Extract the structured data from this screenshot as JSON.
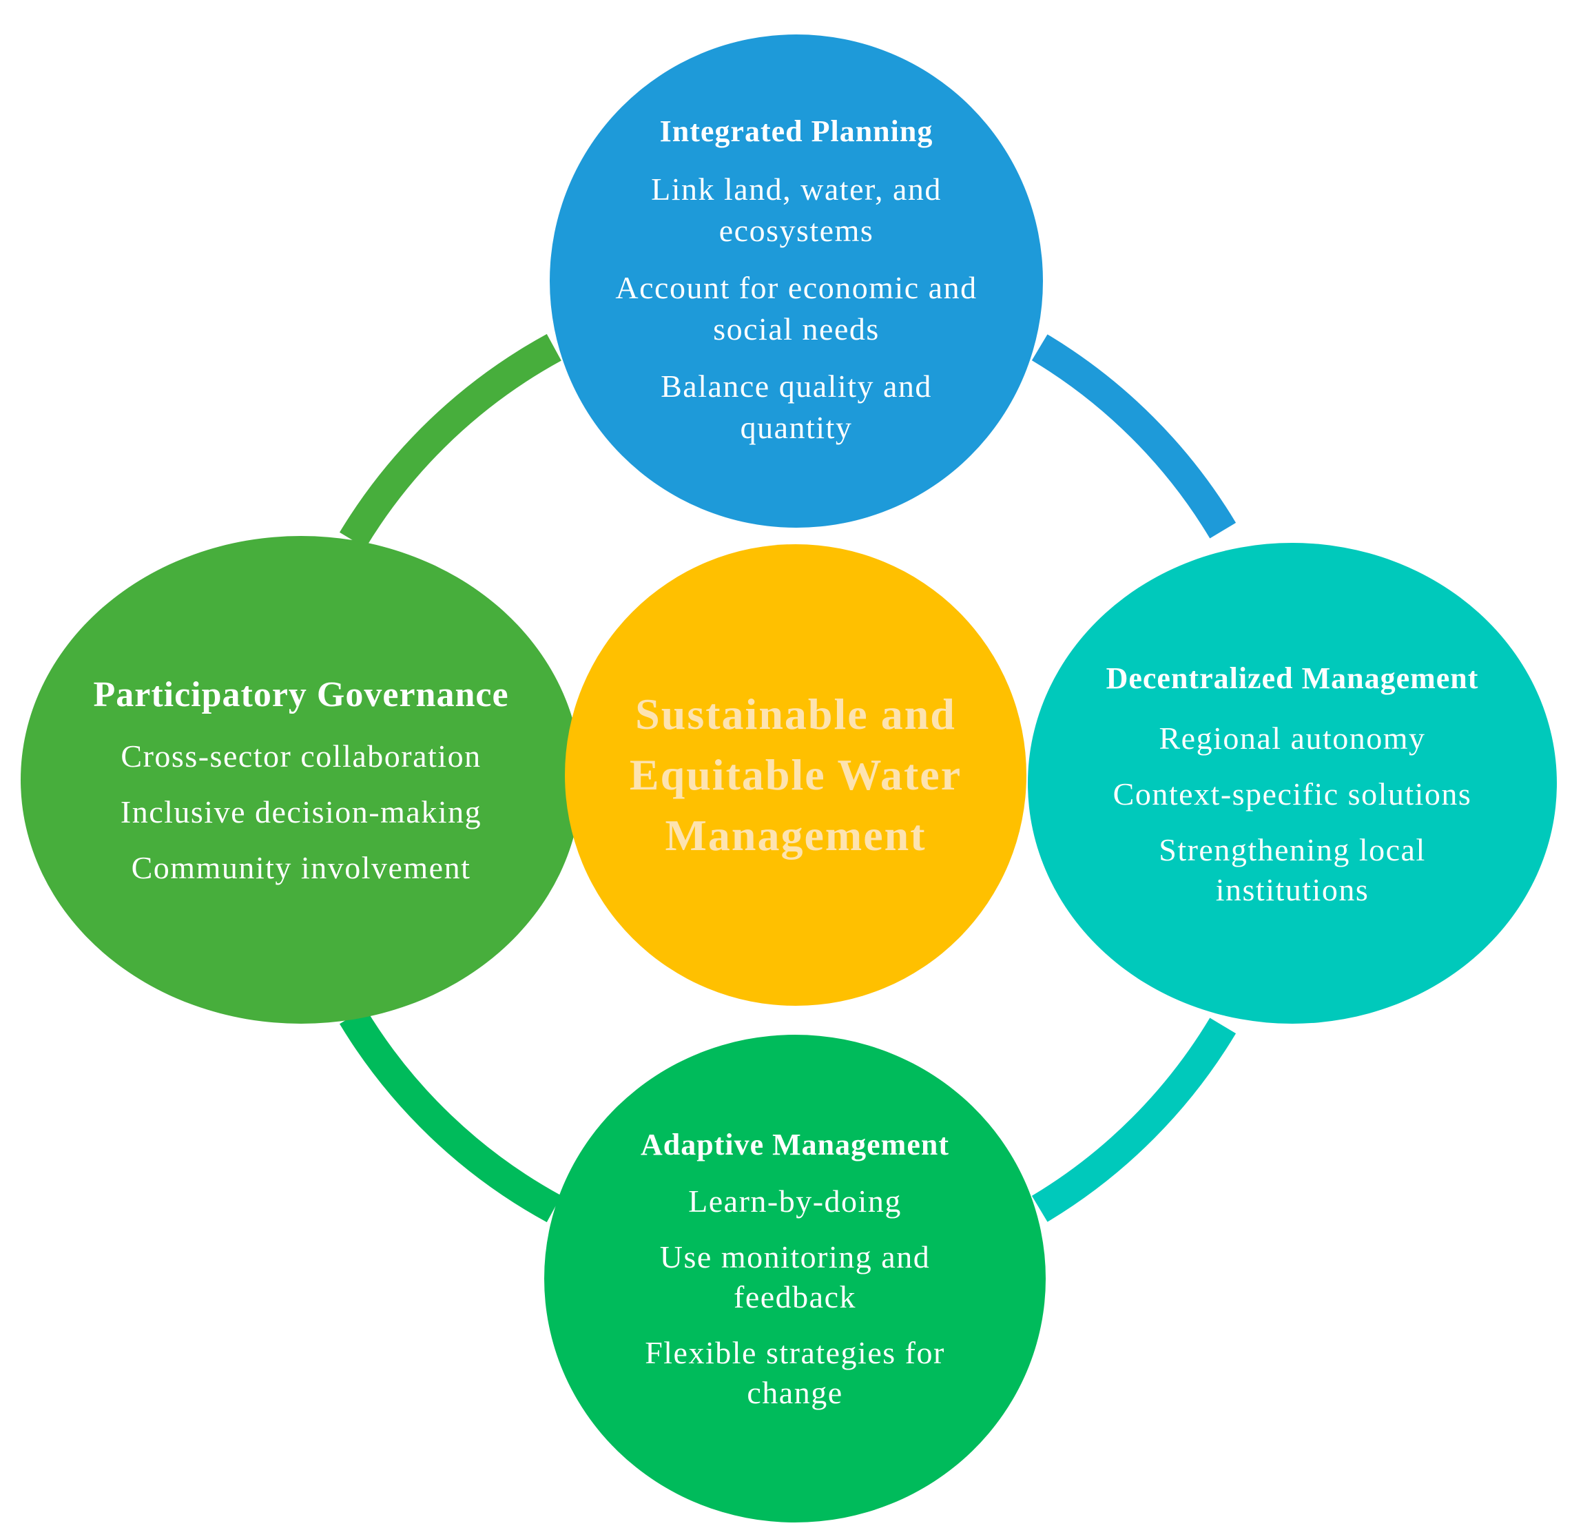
{
  "colors": {
    "integrated": "#1e9ad9",
    "decentralized": "#00c9bb",
    "adaptive": "#00bb5b",
    "participatory": "#47ae3c",
    "center": "#ffc000",
    "center_text": "#fde3b0"
  },
  "diagram": {
    "center": {
      "title": "Sustainable and Equitable Water Management"
    },
    "nodes": [
      {
        "key": "top",
        "title": "Integrated Planning",
        "items": [
          "Link land, water, and ecosystems",
          "Account for economic and social needs",
          "Balance quality and quantity"
        ]
      },
      {
        "key": "right",
        "title": "Decentralized Management",
        "items": [
          "Regional autonomy",
          "Context-specific solutions",
          "Strengthening local institutions"
        ]
      },
      {
        "key": "bottom",
        "title": "Adaptive Management",
        "items": [
          "Learn-by-doing",
          "Use monitoring and feedback",
          "Flexible strategies for change"
        ]
      },
      {
        "key": "left",
        "title": "Participatory Governance",
        "items": [
          "Cross-sector collaboration",
          "Inclusive decision-making",
          "Community involvement"
        ]
      }
    ]
  }
}
